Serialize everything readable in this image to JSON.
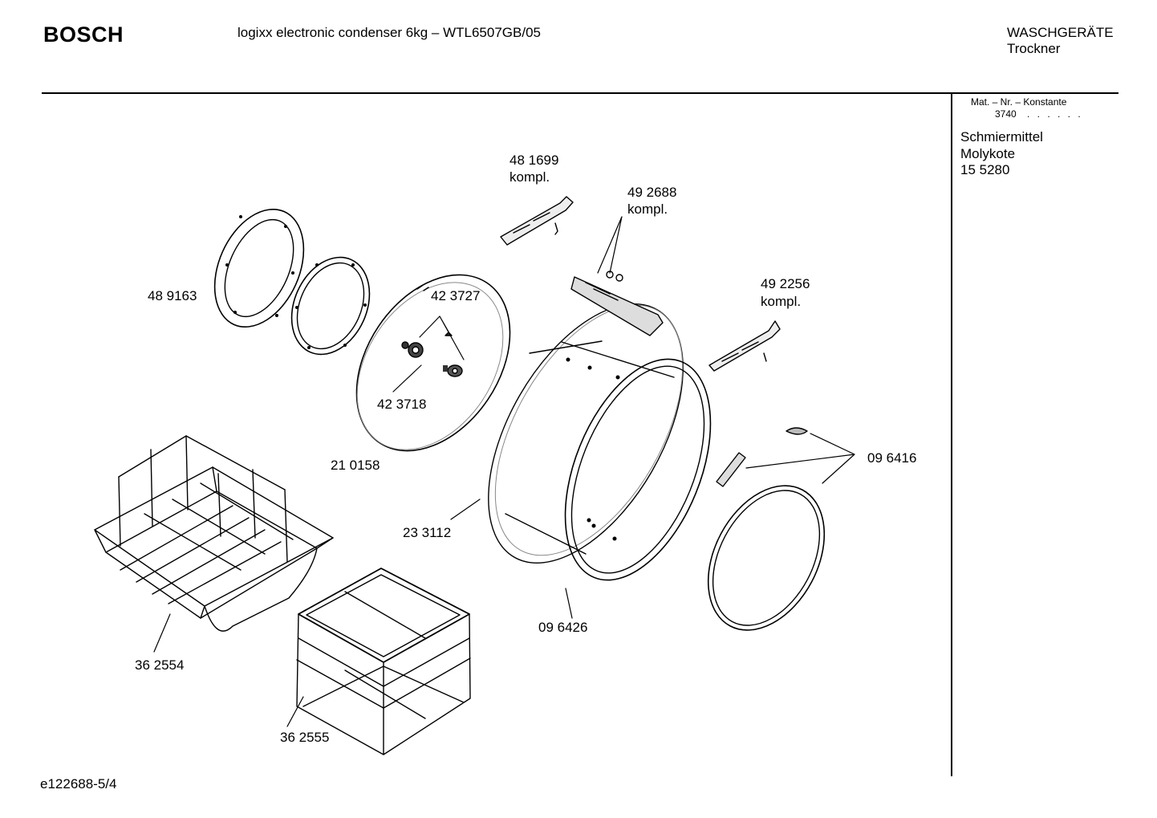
{
  "header": {
    "brand": "BOSCH",
    "model_title": "logixx electronic condenser 6kg – WTL6507GB/05",
    "category": "WASCHGERÄTE",
    "subcategory": "Trockner"
  },
  "sidebar": {
    "mat_label": "Mat. – Nr. – Konstante",
    "mat_value": "3740",
    "mat_dots": ". . . . . .",
    "lubricant_label": "Schmiermittel",
    "lubricant_name": "Molykote",
    "lubricant_number": "15 5280"
  },
  "parts": [
    {
      "id": "48 1699",
      "note": "kompl."
    },
    {
      "id": "49 2688",
      "note": "kompl."
    },
    {
      "id": "49 2256",
      "note": "kompl."
    },
    {
      "id": "48 9163"
    },
    {
      "id": "42 3727"
    },
    {
      "id": "42 3718"
    },
    {
      "id": "21 0158"
    },
    {
      "id": "09 6416"
    },
    {
      "id": "23 3112"
    },
    {
      "id": "09 6426"
    },
    {
      "id": "36 2554"
    },
    {
      "id": "36 2555"
    }
  ],
  "footer": {
    "drawing_id": "e122688-5/4"
  }
}
